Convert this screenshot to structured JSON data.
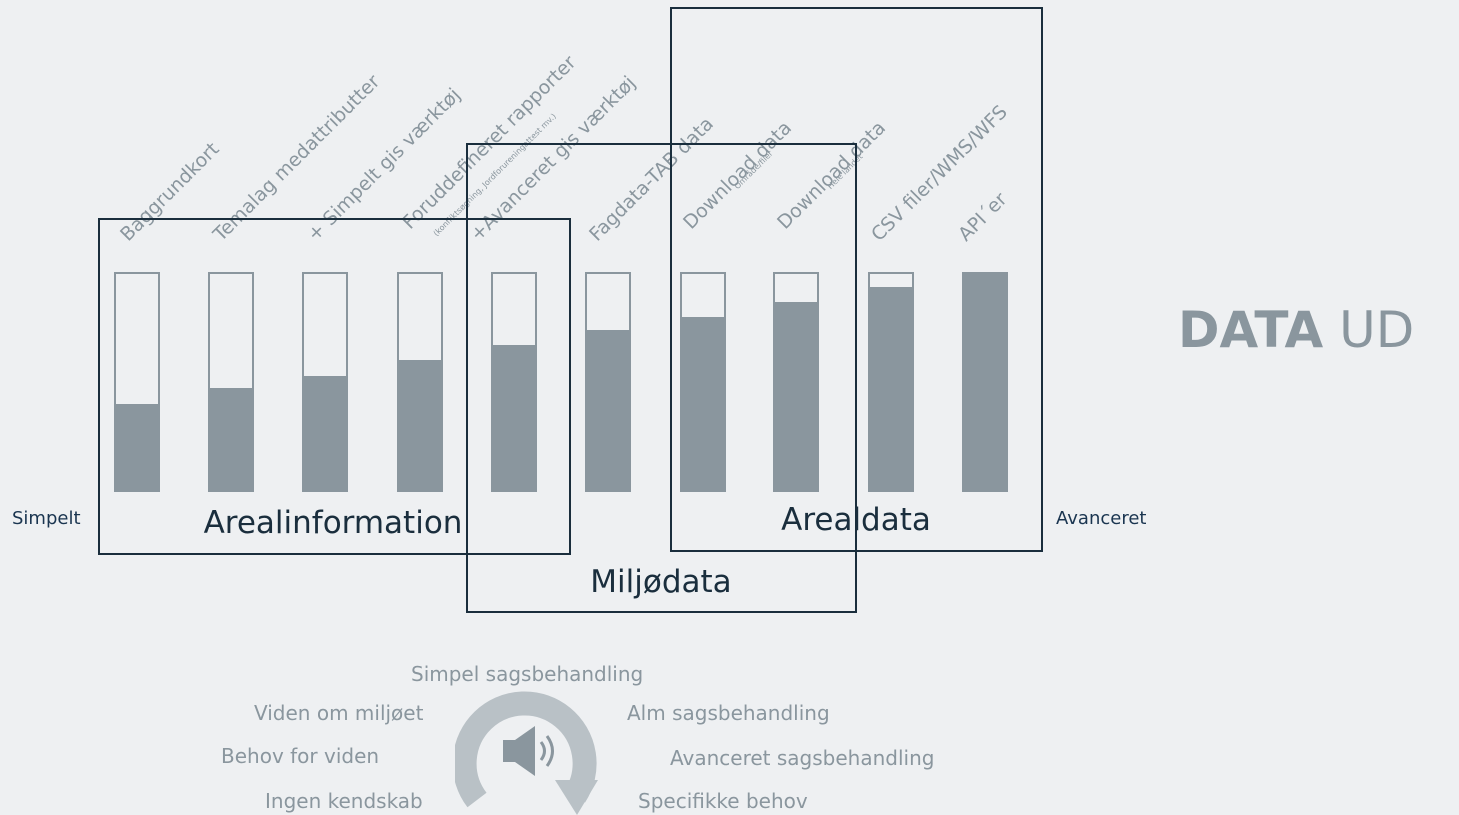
{
  "title": {
    "bold": "DATA",
    "rest": "UD"
  },
  "axis": {
    "left": "Simpelt",
    "right": "Avanceret"
  },
  "columns": [
    {
      "label": "Baggrundkort",
      "level": 0.4
    },
    {
      "label": "Temalag medattributter",
      "level": 0.47
    },
    {
      "label": "+ Simpelt gis værktøj",
      "level": 0.53
    },
    {
      "label": "Foruddefineret rapporter",
      "sublabel": "(konfliktsøgning, Jordforureningattest mv.)",
      "level": 0.6
    },
    {
      "label": "+Avanceret gis værktøj",
      "level": 0.67
    },
    {
      "label": "Fagdata-TAB data",
      "level": 0.74
    },
    {
      "label": "Download data",
      "sublabel": "Område/filer",
      "level": 0.8
    },
    {
      "label": "Download data",
      "sublabel": "Hele landet",
      "level": 0.87
    },
    {
      "label": "CSV filer/WMS/WFS",
      "level": 0.94
    },
    {
      "label": "API´er",
      "level": 1.0
    }
  ],
  "groups": {
    "arealinformation": "Arealinformation",
    "miljodata": "Miljødata",
    "arealdata": "Arealdata"
  },
  "cycle": {
    "icon": "speaker-icon",
    "color": "#8a969e",
    "labels": {
      "top": "Simpel sagsbehandling",
      "left1": "Viden om miljøet",
      "left2": "Behov for viden",
      "left3": "Ingen kendskab",
      "right1": "Alm sagsbehandling",
      "right2": "Avanceret sagsbehandling",
      "right3": "Specifikke behov"
    }
  },
  "colors": {
    "bar": "#8a969e",
    "frame": "#1a2e3d",
    "background": "#eef0f2"
  }
}
